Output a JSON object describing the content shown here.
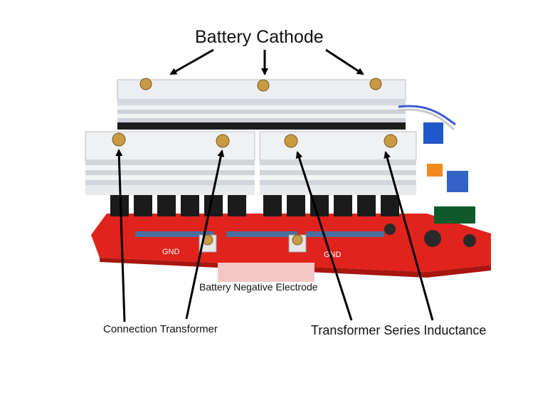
{
  "labels": {
    "battery_cathode": "Battery Cathode",
    "battery_negative": "Battery Negative Electrode",
    "connection_transformer": "Connection Transformer",
    "transformer_series": "Transformer Series Inductance",
    "gnd_left": "GND",
    "gnd_right": "GND"
  },
  "colors": {
    "board_red": "#e0231c",
    "heatsink": "#e8e9ec",
    "label_box": "#f5c6c6",
    "arrow": "#000000"
  }
}
